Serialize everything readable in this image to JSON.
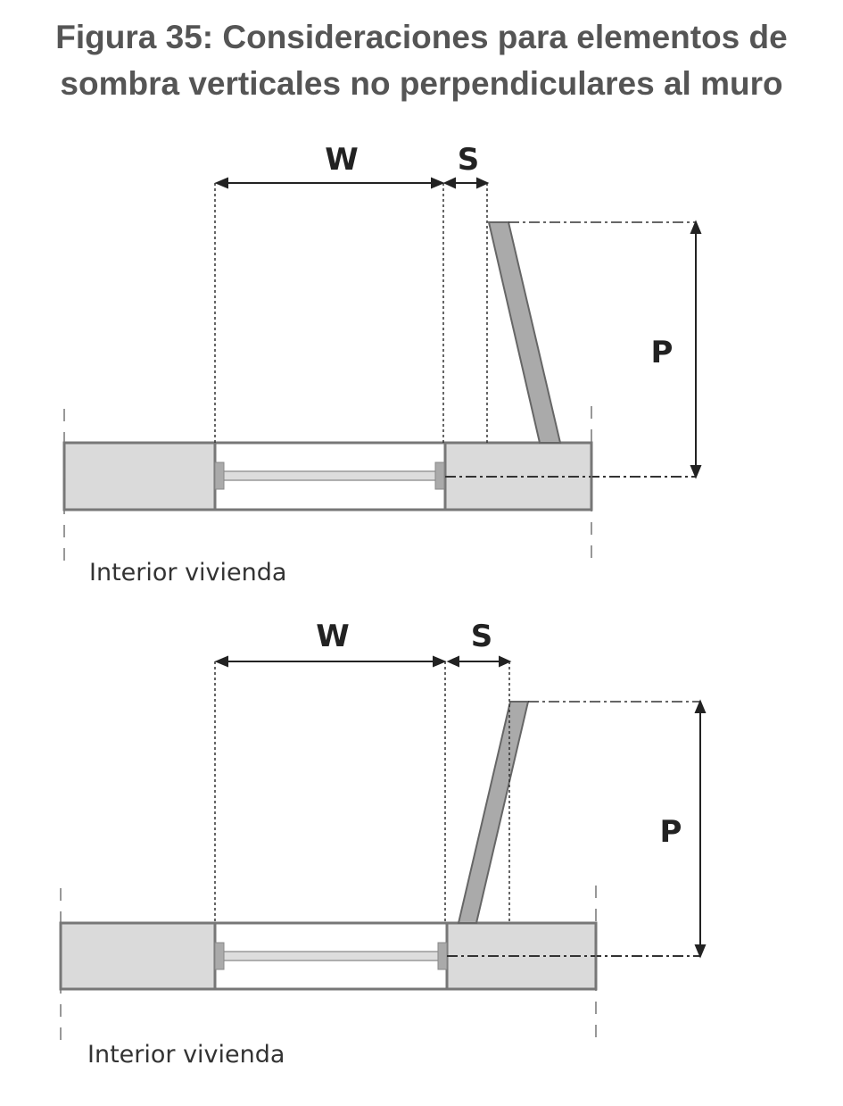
{
  "title_line1": "Figura 35: Consideraciones para elementos de",
  "title_line2": "sombra verticales no perpendiculares al muro",
  "diagrams": [
    {
      "w_label": "W",
      "s_label": "S",
      "p_label": "P",
      "interior_label": "Interior vivienda",
      "fin_orientation": "tilted-away"
    },
    {
      "w_label": "W",
      "s_label": "S",
      "p_label": "P",
      "interior_label": "Interior vivienda",
      "fin_orientation": "tilted-toward"
    }
  ],
  "colors": {
    "title": "#555555",
    "wall": "#d9d9d9",
    "fin": "#aaaaaa",
    "line": "#333333"
  }
}
